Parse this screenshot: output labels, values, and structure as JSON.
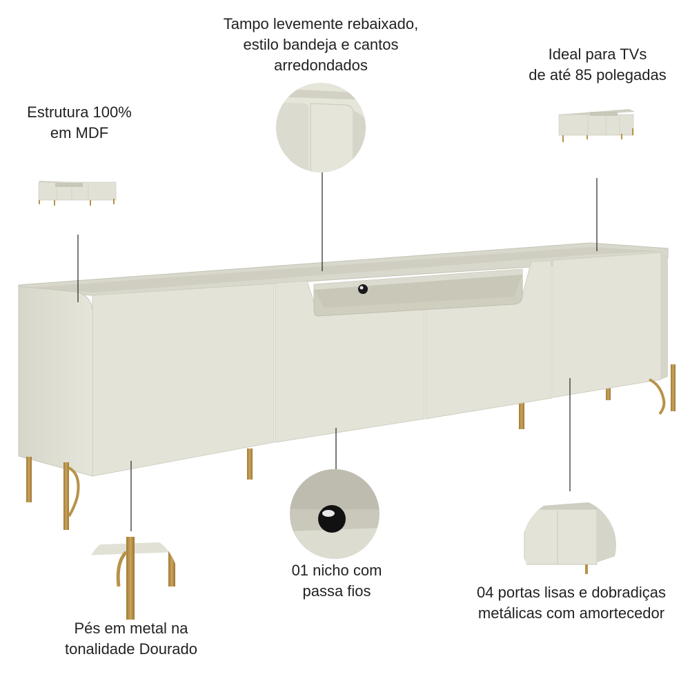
{
  "colors": {
    "cabinet": "#e3e2d7",
    "cabinet_shade": "#d2d1c4",
    "gold": "#b8924a",
    "line": "#222222"
  },
  "features": {
    "tampo": {
      "icon": "top-corner-detail-icon",
      "lines": [
        "Tampo levemente rebaixado,",
        "estilo bandeja e cantos",
        "arredondados"
      ]
    },
    "estrutura": {
      "icon": "cabinet-thumbnail-icon",
      "lines": [
        "Estrutura 100%",
        "em MDF"
      ]
    },
    "tv": {
      "icon": "cabinet-thumbnail-icon",
      "lines": [
        "Ideal para TVs",
        "de até 85 polegadas"
      ]
    },
    "nicho": {
      "icon": "cable-hole-detail-icon",
      "lines": [
        "01 nicho com",
        "passa fios"
      ]
    },
    "pes": {
      "icon": "gold-leg-detail-icon",
      "lines": [
        "Pés em metal na",
        "tonalidade Dourado"
      ]
    },
    "portas": {
      "icon": "door-detail-icon",
      "lines": [
        "04 portas lisas e dobradiças",
        "metálicas com amortecedor"
      ]
    }
  }
}
